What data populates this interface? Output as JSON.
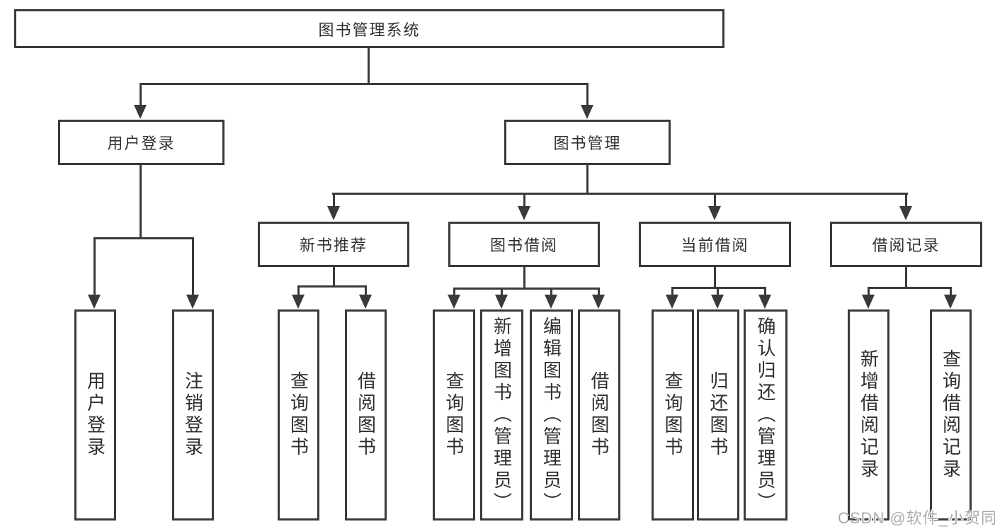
{
  "diagram": {
    "root": "图书管理系统",
    "level2": {
      "user_login": "用户登录",
      "book_mgmt": "图书管理"
    },
    "level3": {
      "new_book": "新书推荐",
      "book_borrow": "图书借阅",
      "current_borrow": "当前借阅",
      "borrow_record": "借阅记录"
    },
    "leaves": {
      "login": "用户登录",
      "logout": "注销登录",
      "nb_query": "查询图书",
      "nb_borrow": "借阅图书",
      "bb_query": "查询图书",
      "bb_add": "新增图书（管理员）",
      "bb_edit": "编辑图书（管理员）",
      "bb_borrow": "借阅图书",
      "cb_query": "查询图书",
      "cb_return": "归还图书",
      "cb_confirm": "确认归还（管理员）",
      "br_add": "新增借阅记录",
      "br_query": "查询借阅记录"
    },
    "colors": {
      "line": "#3a3a3a",
      "text": "#2f2f2f",
      "background": "#ffffff",
      "watermark": "#ababab"
    }
  },
  "watermark": {
    "text": "CSDN @软件_小贺同学"
  }
}
